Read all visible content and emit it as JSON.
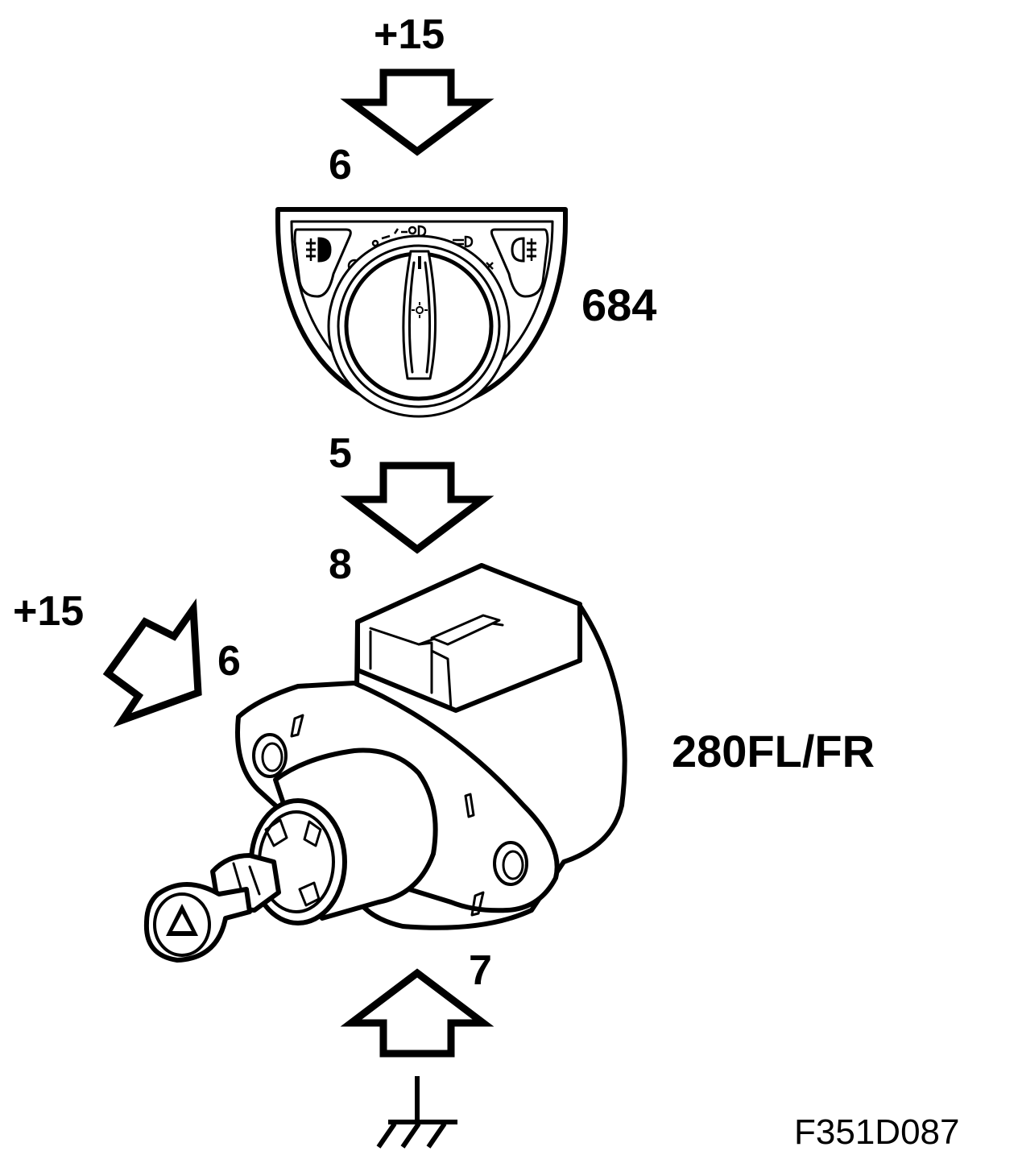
{
  "labels": {
    "top_supply": "+15",
    "switch_input_pin": "6",
    "switch_part_number": "684",
    "switch_output_pin": "5",
    "motor_input_pin": "8",
    "side_supply": "+15",
    "motor_supply_pin": "6",
    "motor_part_number": "280FL/FR",
    "ground_pin": "7"
  },
  "figure_code": "F351D087",
  "icons": [
    "arrow-down-icon",
    "arrow-diagonal-icon",
    "arrow-up-icon",
    "ground-icon",
    "light-switch-icon",
    "headlamp-level-motor-icon"
  ]
}
